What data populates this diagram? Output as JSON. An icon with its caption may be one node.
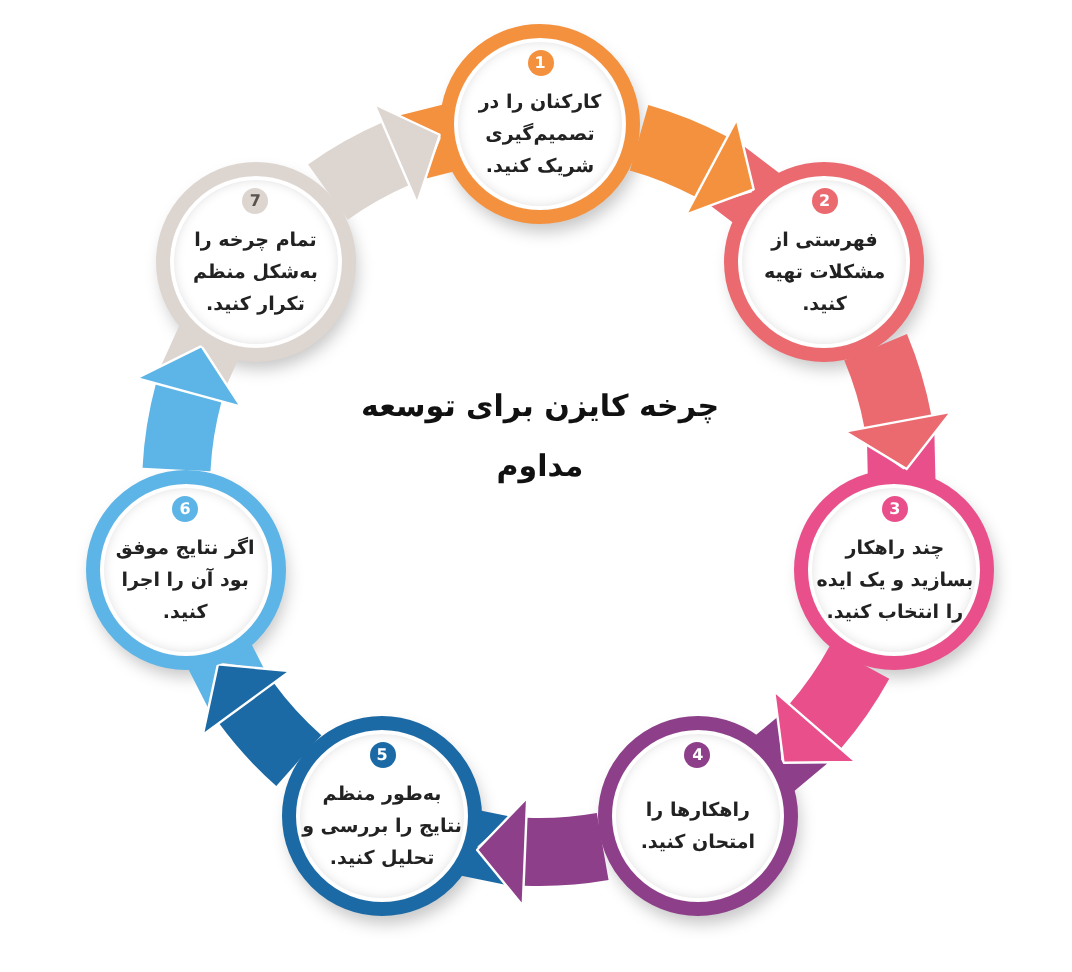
{
  "diagram": {
    "title": "چرخه کایزن برای توسعه مداوم",
    "nodes": [
      {
        "text": [
          "1",
          "کارکنان را در تصمیم‌گیری شریک کنید."
        ]
      },
      {
        "text": [
          "2",
          "فهرستی از مشکلات تهیه کنید."
        ]
      },
      {
        "text": [
          "3",
          "چند راهکار بسازید و یک ایده را انتخاب کنید."
        ]
      },
      {
        "text": [
          "4",
          "راهکارها را امتحان کنید."
        ]
      },
      {
        "text": [
          "5",
          "به‌طور منظم نتایج را بررسی و تحلیل کنید."
        ]
      },
      {
        "text": [
          "6",
          "اگر نتایج موفق بود آن را اجرا کنید."
        ]
      },
      {
        "text": [
          "7",
          "تمام چرخه را به‌شکل منظم تکرار کنید."
        ]
      }
    ],
    "edges": [
      {
        "from": 0,
        "to": 1,
        "arrow": "to",
        "color": "#f4913f"
      },
      {
        "from": 1,
        "to": 2,
        "arrow": "to",
        "color": "#ea6a70"
      },
      {
        "from": 2,
        "to": 3,
        "arrow": "to",
        "color": "#e9508b"
      },
      {
        "from": 3,
        "to": 4,
        "arrow": "to",
        "color": "#8d3f8a"
      },
      {
        "from": 4,
        "to": 5,
        "arrow": "to",
        "color": "#1c6aa5"
      },
      {
        "from": 5,
        "to": 6,
        "arrow": "to",
        "color": "#5db4e6"
      },
      {
        "from": 6,
        "to": 0,
        "arrow": "to",
        "color": "#ddd5d0"
      }
    ]
  }
}
